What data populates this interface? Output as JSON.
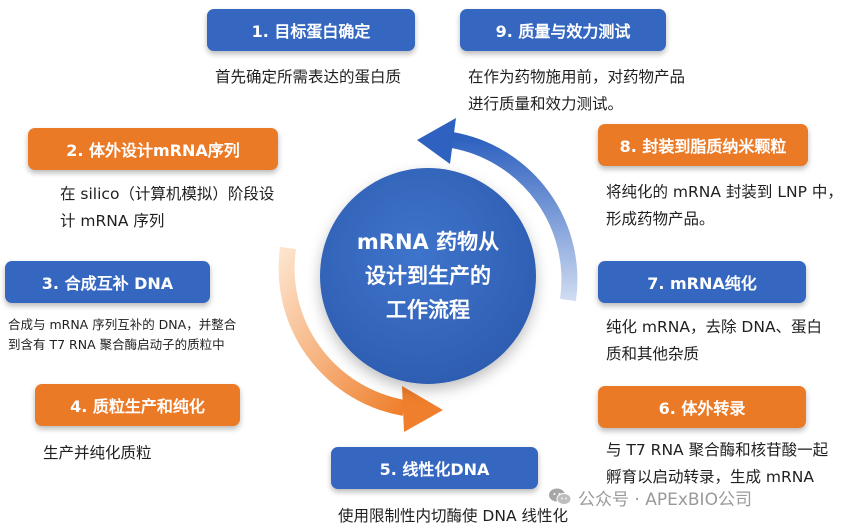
{
  "center": {
    "title": "mRNA 药物从\n设计到生产的\n工作流程"
  },
  "steps": [
    {
      "label": "1. 目标蛋白确定",
      "description": "首先确定所需表达的蛋白质",
      "color": "#3567c0"
    },
    {
      "label": "2. 体外设计mRNA序列",
      "description": "在 silico（计算机模拟）阶段设\n计 mRNA 序列",
      "color": "#eb7a27"
    },
    {
      "label": "3. 合成互补 DNA",
      "description": "合成与 mRNA 序列互补的 DNA，并整合\n到含有 T7 RNA 聚合酶启动子的质粒中",
      "color": "#3567c0"
    },
    {
      "label": "4. 质粒生产和纯化",
      "description": "生产并纯化质粒",
      "color": "#eb7a27"
    },
    {
      "label": "5. 线性化DNA",
      "description": "使用限制性内切酶使 DNA 线性化",
      "color": "#3567c0"
    },
    {
      "label": "6. 体外转录",
      "description": "与 T7 RNA 聚合酶和核苷酸一起\n孵育以启动转录，生成 mRNA",
      "color": "#eb7a27"
    },
    {
      "label": "7. mRNA纯化",
      "description": "纯化 mRNA，去除 DNA、蛋白\n质和其他杂质",
      "color": "#3567c0"
    },
    {
      "label": "8. 封装到脂质纳米颗粒",
      "description": "将纯化的 mRNA 封装到 LNP 中，\n形成药物产品。",
      "color": "#eb7a27"
    },
    {
      "label": "9. 质量与效力测试",
      "description": "在作为药物施用前，对药物产品\n进行质量和效力测试。",
      "color": "#3567c0"
    }
  ],
  "watermark": {
    "text": "公众号 · APExBIO公司",
    "icon": "wechat-icon"
  },
  "colors": {
    "blue": "#3567c0",
    "orange": "#eb7a27"
  }
}
